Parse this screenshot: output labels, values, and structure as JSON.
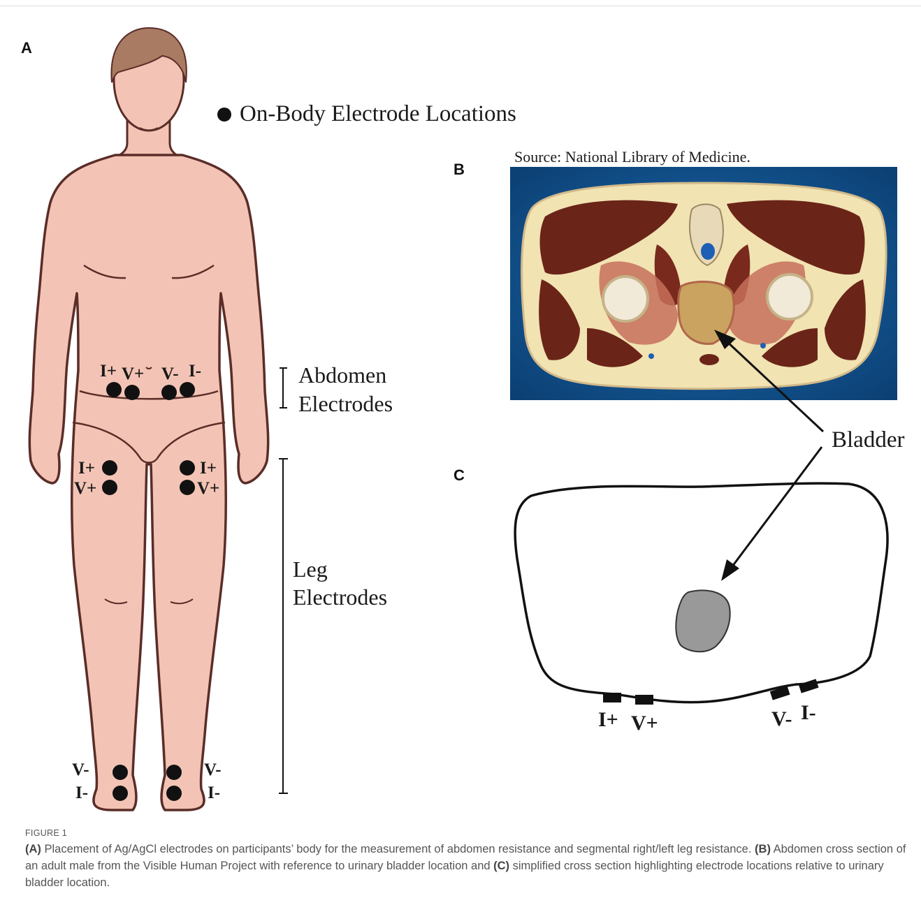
{
  "panels": {
    "a": "A",
    "b": "B",
    "c": "C"
  },
  "panel_a": {
    "legend_text": "On-Body Electrode Locations",
    "abdomen_bracket_label": [
      "Abdomen",
      "Electrodes"
    ],
    "leg_bracket_label": [
      "Leg",
      "Electrodes"
    ],
    "abdomen_electrodes": [
      "I+",
      "V+",
      "V-",
      "I-"
    ],
    "thigh_left": [
      "I+",
      "V+"
    ],
    "thigh_right": [
      "I+",
      "V+"
    ],
    "ankle_left": [
      "V-",
      "I-"
    ],
    "ankle_right": [
      "V-",
      "I-"
    ]
  },
  "panel_b": {
    "source": "Source: National Library of Medicine."
  },
  "panel_c": {
    "bladder_label": "Bladder",
    "electrodes": [
      "I+",
      "V+",
      "V-",
      "I-"
    ]
  },
  "caption": {
    "figure_label": "FIGURE 1",
    "a_tag": "(A)",
    "a_text": " Placement of Ag/AgCl electrodes on participants’ body for the measurement of abdomen resistance and segmental right/left leg resistance. ",
    "b_tag": "(B)",
    "b_text": " Abdomen cross section of an adult male from the Visible Human Project with reference to urinary bladder location and ",
    "c_tag": "(C)",
    "c_text": " simplified cross section highlighting electrode locations relative to urinary bladder location."
  },
  "colors": {
    "skin": "#f3c4b5",
    "outline": "#5a2d28",
    "hair": "#a97b63",
    "electrode": "#111111",
    "bladder": "#999999",
    "photo_bg": "#0f4d86"
  }
}
